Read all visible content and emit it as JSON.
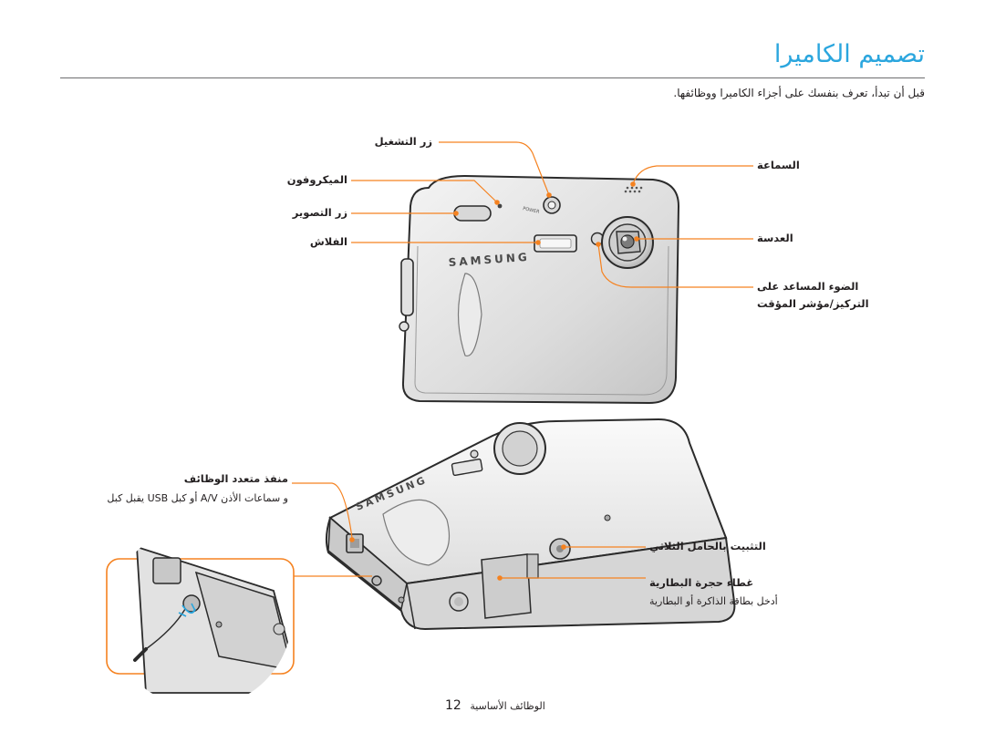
{
  "page": {
    "title": "تصميم الكاميرا",
    "intro": "قبل أن تبدأ، تعرف بنفسك على أجزاء الكاميرا ووظائفها.",
    "footer_section": "الوظائف الأساسية",
    "footer_page": "12"
  },
  "front": {
    "power_button": "زر التشغيل",
    "microphone": "الميكروفون",
    "shutter_button": "زر التصوير",
    "flash": "الفلاش",
    "speaker": "السماعة",
    "lens": "العدسة",
    "af_lamp_line1": "الضوء المساعد على",
    "af_lamp_line2": "التركيز/مؤشر المؤقت",
    "logo": "SAMSUNG",
    "power_marking": "POWER"
  },
  "back": {
    "port_title": "منفذ متعدد الوظائف",
    "port_desc": "و سماعات الأذن A/V أو كبل USB يقبل كبل",
    "tripod_mount": "التثبيت بالحامل الثلاثي",
    "battery_cover_title": "غطاء حجرة البطارية",
    "battery_cover_desc": "أدخل بطاقة الذاكرة أو البطارية",
    "logo": "SAMSUNG"
  },
  "colors": {
    "accent": "#2ba6de",
    "callout": "#f58220",
    "rule": "#6d6e70"
  }
}
